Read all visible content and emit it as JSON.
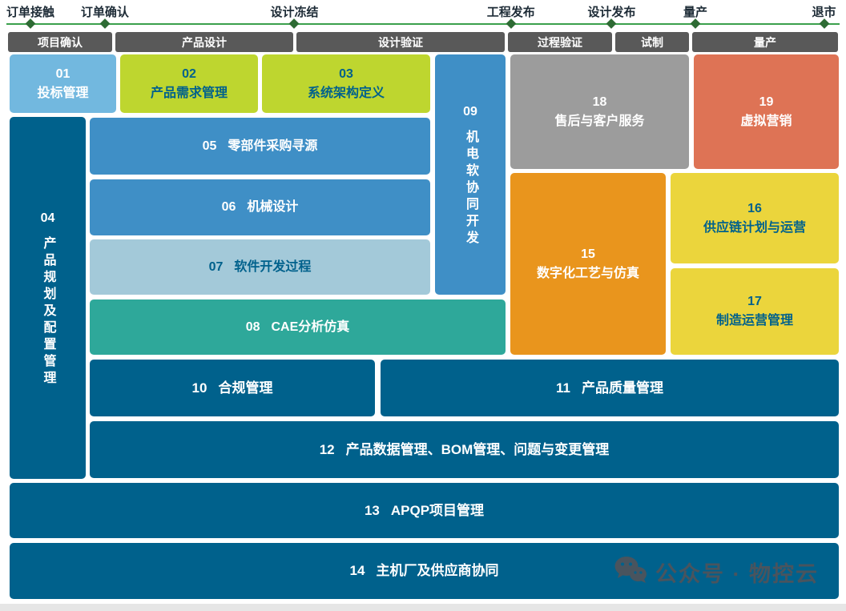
{
  "colors": {
    "dark_blue": "#00618C",
    "medium_blue": "#3F8FC6",
    "light_blue": "#72B8DF",
    "pale_blue": "#A3C9D9",
    "lime_green": "#BED62F",
    "teal": "#2EA89A",
    "gray_block": "#9C9C9C",
    "orange": "#E9951D",
    "orange_red": "#DE7355",
    "yellow": "#EBD53C",
    "phase_bar_gray": "#595959",
    "timeline_line_green": "#3BA04C",
    "timeline_diamond": "#2E6B34",
    "timeline_text": "#1d2b36"
  },
  "timeline": {
    "milestones": [
      "订单接触",
      "订单确认",
      "设计冻结",
      "工程发布",
      "设计发布",
      "量产",
      "退市"
    ]
  },
  "phases": [
    "项目确认",
    "产品设计",
    "设计验证",
    "过程验证",
    "试制",
    "量产"
  ],
  "blocks": {
    "b01": {
      "num": "01",
      "title": "投标管理"
    },
    "b02": {
      "num": "02",
      "title": "产品需求管理"
    },
    "b03": {
      "num": "03",
      "title": "系统架构定义"
    },
    "b04": {
      "num": "04",
      "title": "产品规划及配置管理"
    },
    "b05": {
      "num": "05",
      "title": "零部件采购寻源"
    },
    "b06": {
      "num": "06",
      "title": "机械设计"
    },
    "b07": {
      "num": "07",
      "title": "软件开发过程"
    },
    "b08": {
      "num": "08",
      "title": "CAE分析仿真"
    },
    "b09": {
      "num": "09",
      "title": "机电软协同开发"
    },
    "b10": {
      "num": "10",
      "title": "合规管理"
    },
    "b11": {
      "num": "11",
      "title": "产品质量管理"
    },
    "b12": {
      "num": "12",
      "title": "产品数据管理、BOM管理、问题与变更管理"
    },
    "b13": {
      "num": "13",
      "title": "APQP项目管理"
    },
    "b14": {
      "num": "14",
      "title": "主机厂及供应商协同"
    },
    "b15": {
      "num": "15",
      "title": "数字化工艺与仿真"
    },
    "b16": {
      "num": "16",
      "title": "供应链计划与运营"
    },
    "b17": {
      "num": "17",
      "title": "制造运营管理"
    },
    "b18": {
      "num": "18",
      "title": "售后与客户服务"
    },
    "b19": {
      "num": "19",
      "title": "虚拟营销"
    }
  },
  "watermark": {
    "text": "公众号 · 物控云",
    "icon": "wechat-icon"
  }
}
